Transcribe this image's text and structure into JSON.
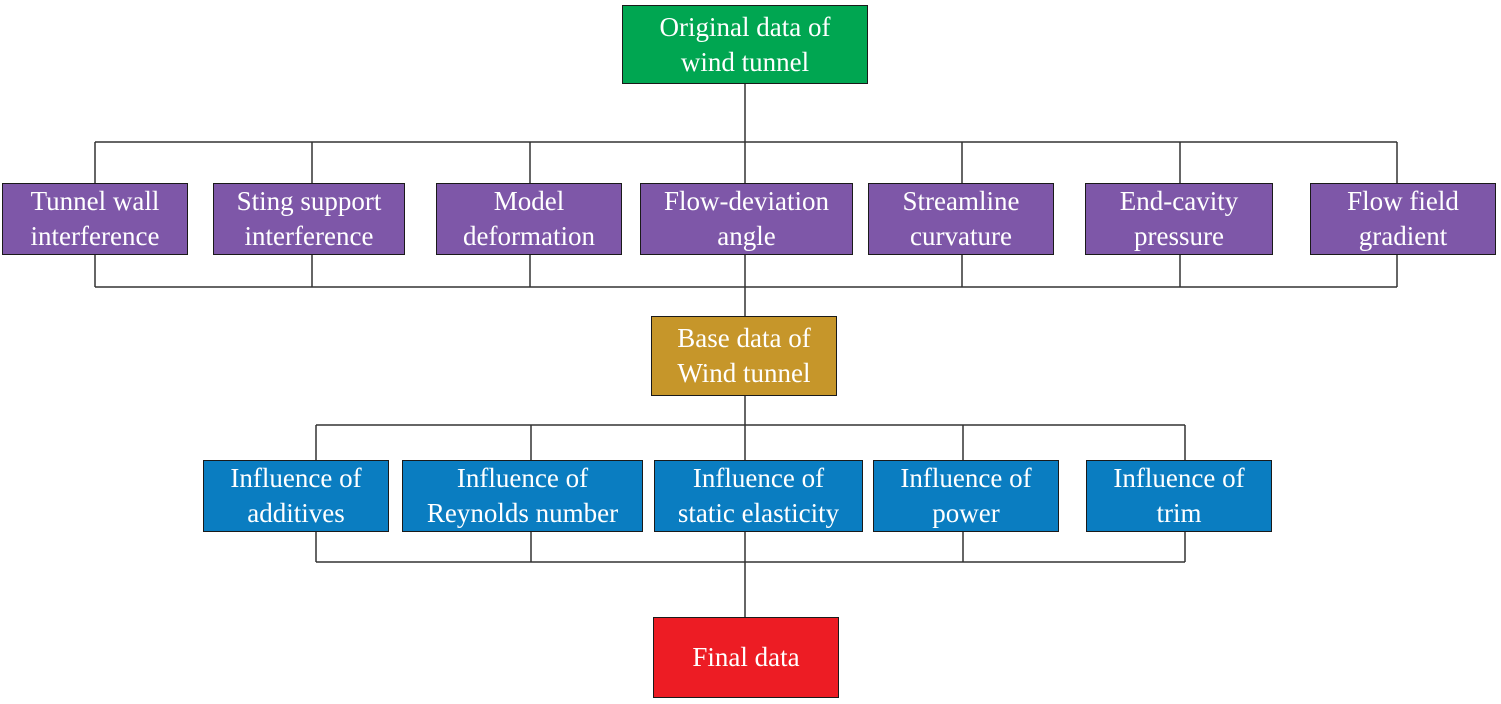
{
  "colors": {
    "original": "#00a651",
    "factor": "#7e57a8",
    "base": "#c6962a",
    "influence": "#0a7dc1",
    "final": "#ed1c24",
    "line": "#333333"
  },
  "diagram": {
    "original": "Original data of\nwind tunnel",
    "factors": [
      "Tunnel wall\ninterference",
      "Sting support\ninterference",
      "Model\ndeformation",
      "Flow-deviation\nangle",
      "Streamline\ncurvature",
      "End-cavity\npressure",
      "Flow field\ngradient"
    ],
    "base": "Base data of\nWind tunnel",
    "influences": [
      "Influence of\nadditives",
      "Influence of\nReynolds number",
      "Influence of\nstatic elasticity",
      "Influence of\npower",
      "Influence of\ntrim"
    ],
    "final": "Final data"
  }
}
